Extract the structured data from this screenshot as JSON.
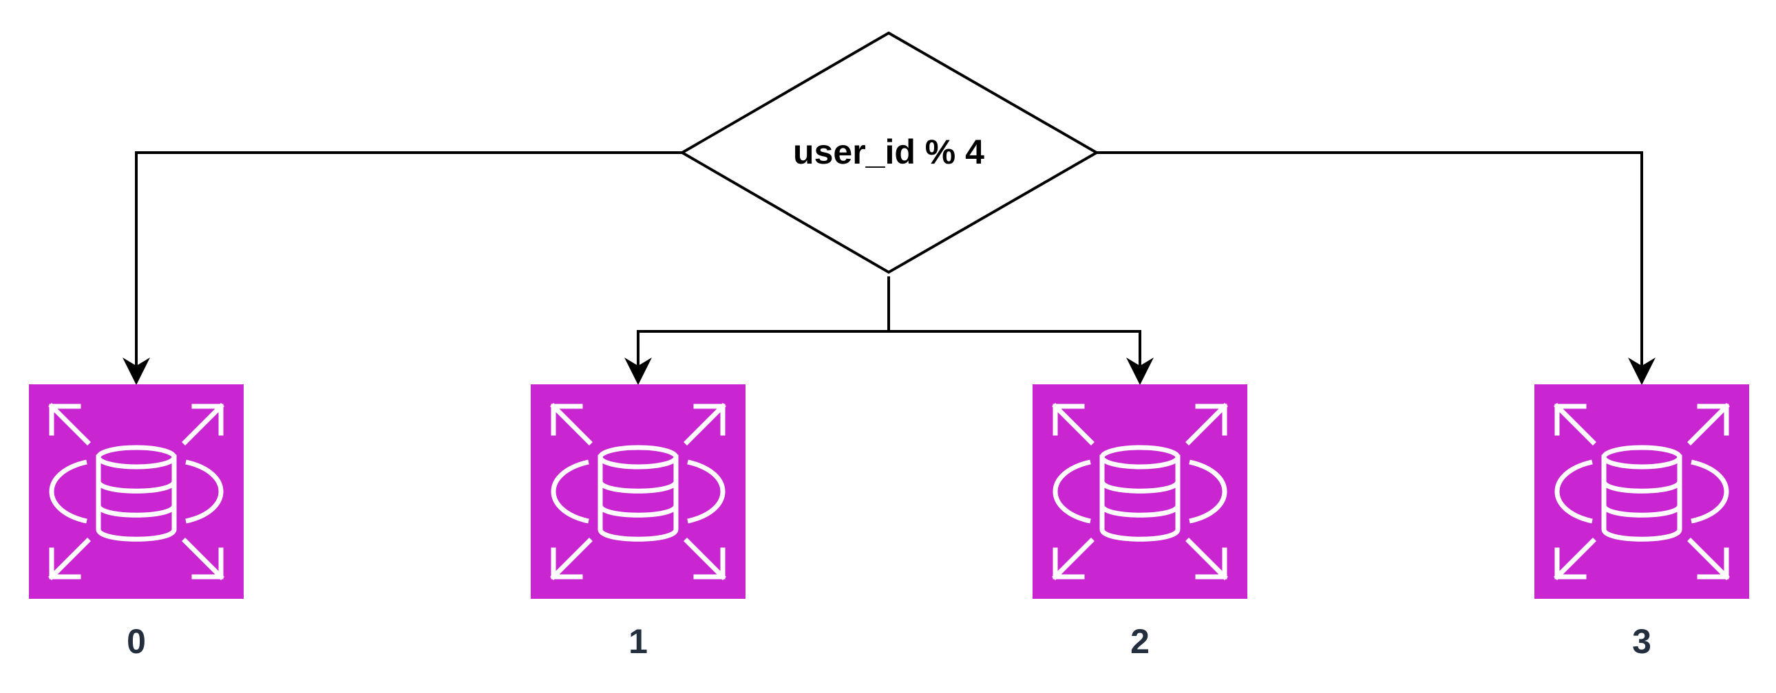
{
  "decision": {
    "label": "user_id % 4"
  },
  "shards": [
    {
      "label": "0",
      "icon": "database-shard-icon"
    },
    {
      "label": "1",
      "icon": "database-shard-icon"
    },
    {
      "label": "2",
      "icon": "database-shard-icon"
    },
    {
      "label": "3",
      "icon": "database-shard-icon"
    }
  ],
  "colors": {
    "shard_fill": "#C925D1",
    "label_text": "#232F3E",
    "line": "#000000",
    "icon_stroke": "#FFFFFF"
  }
}
